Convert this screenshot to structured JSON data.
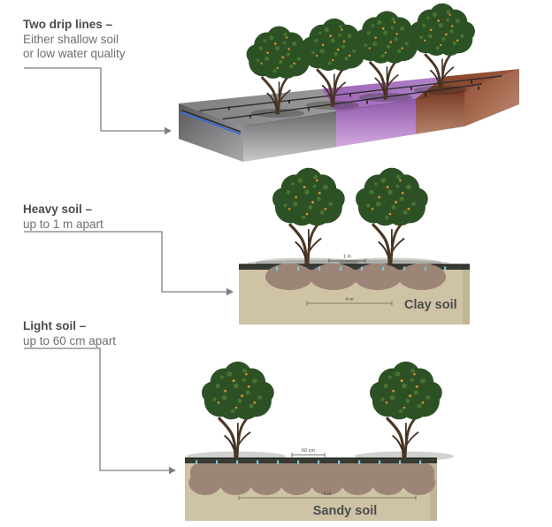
{
  "callouts": [
    {
      "title": "Two drip lines –",
      "lines": [
        "Either shallow soil",
        "or low water quality"
      ]
    },
    {
      "title": "Heavy soil –",
      "lines": [
        "up to 1 m apart"
      ]
    },
    {
      "title": "Light soil –",
      "lines": [
        "up to 60 cm apart"
      ]
    }
  ],
  "overview_diagram": {
    "description_tag": "two-drip-lines-soil-block",
    "tree_count": 4
  },
  "clay_diagram": {
    "soil_label": "Clay soil",
    "top_dimension": "1 m",
    "bottom_dimension": "4 m"
  },
  "sandy_diagram": {
    "soil_label": "Sandy soil",
    "top_dimension": "60 cm",
    "bottom_dimension": "4 m"
  },
  "colors": {
    "soil_tan": "#cfc3a6",
    "wetted_zone": "#9c8476",
    "surface_band": "#383b33",
    "emitter_blue": "#7cc4d4",
    "grey_section": "#8d8d8f",
    "purple_section": "#a674bd",
    "brown_section": "#8c4a31",
    "drip_line_blue": "#3f6fd0",
    "tree_canopy": "#2c5124",
    "tree_trunk": "#4b3726",
    "connector_grey": "#7d7f82",
    "text_dark": "#4a4b4d",
    "text_light": "#6e6f72"
  }
}
